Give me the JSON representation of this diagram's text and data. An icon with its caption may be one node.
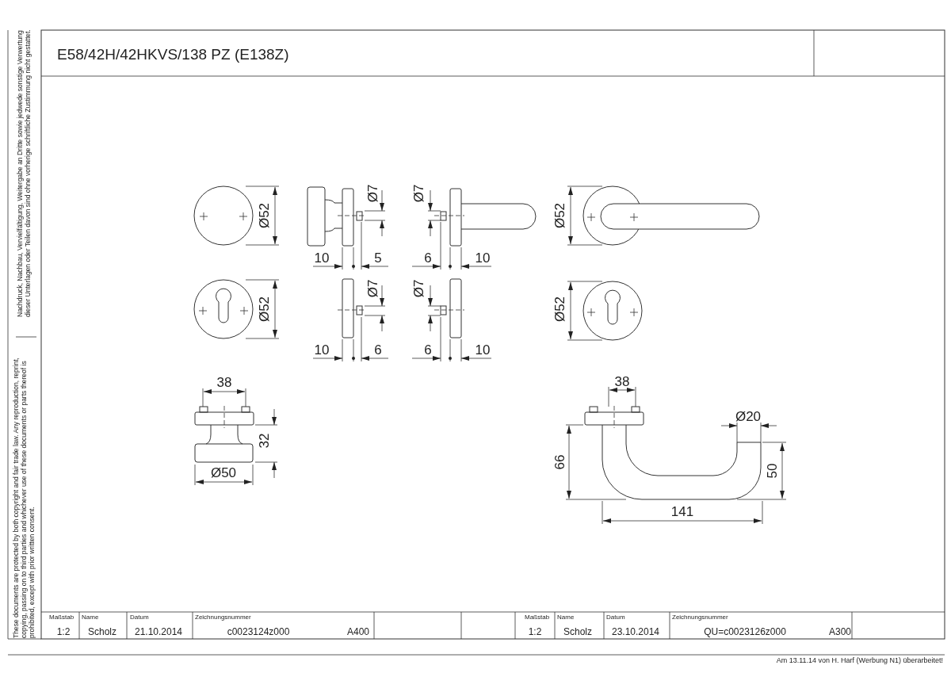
{
  "diagram": {
    "title": "E58/42H/42HKVS/138 PZ (E138Z)",
    "labels": [
      "Ø52",
      "Ø7",
      "Ø7",
      "Ø52",
      "10",
      "5",
      "6",
      "10",
      "Ø52",
      "Ø7",
      "Ø7",
      "Ø52",
      "10",
      "6",
      "6",
      "10",
      "38",
      "38",
      "32",
      "Ø20",
      "Ø50",
      "66",
      "50",
      "141",
      "Maßstab",
      "Name",
      "Datum",
      "Zeichnungsnummer",
      "Maßstab",
      "Name",
      "Datum",
      "Zeichnungsnummer",
      "1:2",
      "Scholz",
      "21.10.2014",
      "c0023124z000",
      "A400",
      "1:2",
      "Scholz",
      "23.10.2014",
      "QU=c0023126z000",
      "A300",
      "Am 13.11.14 von H. Harf (Werbung N1) überarbeitet!",
      "Nachdruck, Nachbau, Vervielfältigung, Weitergabe an Dritte sowie jedwede sonstige Verwertung dieser Unterlagen oder Teilen davon sind ohne vorherige schriftliche Zustimmung nicht gestattet.",
      "These documents are protected by both copyright and fair trade law. Any reproduction, reprint, copying, passing on to third parties and whichever use of these documents or parts thereof is prohibited, except with prior written consent."
    ]
  }
}
